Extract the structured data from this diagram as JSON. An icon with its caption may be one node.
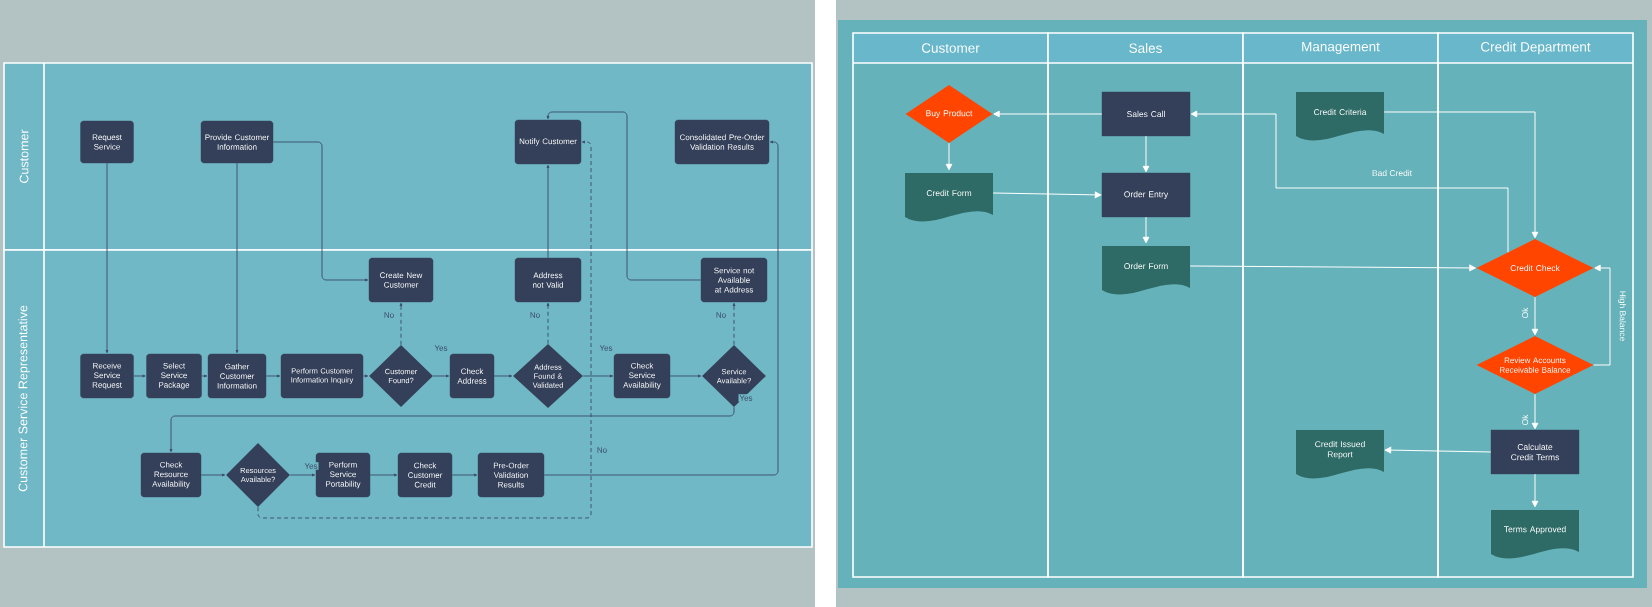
{
  "diagram": {
    "nodes": [
      {
        "text": [
          "Customer"
        ]
      },
      {
        "text": [
          "Customer Service Representative"
        ]
      },
      {
        "text": [
          "Request Service"
        ],
        "in": 0
      },
      {
        "text": [
          "Provide Customer Information"
        ],
        "in": 0
      },
      {
        "text": [
          "Notify Customer"
        ],
        "in": 0
      },
      {
        "text": [
          "Consolidated Pre-Order Validation Results"
        ],
        "in": 0
      },
      {
        "text": [
          "Create New Customer"
        ],
        "in": 1
      },
      {
        "text": [
          "Address not Valid"
        ],
        "in": 1
      },
      {
        "text": [
          "Service not Available at Address"
        ],
        "in": 1
      },
      {
        "text": [
          "Receive Service Request"
        ],
        "in": 1
      },
      {
        "text": [
          "Select Service Package"
        ],
        "in": 1
      },
      {
        "text": [
          "Gather Customer Information"
        ],
        "in": 1
      },
      {
        "text": [
          "Perform Customer Information Inquiry"
        ],
        "in": 1
      },
      {
        "text": [
          "Customer Found?"
        ],
        "in": 1
      },
      {
        "text": [
          "Check Address"
        ],
        "in": 1
      },
      {
        "text": [
          "Address Found & Validated"
        ],
        "in": 1
      },
      {
        "text": [
          "Check Service Availability"
        ],
        "in": 1
      },
      {
        "text": [
          "Service Available?"
        ],
        "in": 1
      },
      {
        "text": [
          "Check Resource Availability"
        ],
        "in": 1
      },
      {
        "text": [
          "Resources Available?"
        ],
        "in": 1
      },
      {
        "text": [
          "Perform Service Portability"
        ],
        "in": 1
      },
      {
        "text": [
          "Check Customer Credit"
        ],
        "in": 1
      },
      {
        "text": [
          "Pre-Order Validation Results"
        ],
        "in": 1
      },
      {
        "text": [
          "Customer"
        ]
      },
      {
        "text": [
          "Sales"
        ]
      },
      {
        "text": [
          "Management"
        ]
      },
      {
        "text": [
          "Credit Department"
        ]
      },
      {
        "text": [
          "Buy Product"
        ],
        "in": 23
      },
      {
        "text": [
          "Sales Call"
        ],
        "in": 24
      },
      {
        "text": [
          "Credit Criteria"
        ],
        "in": 25
      },
      {
        "text": [
          "Credit Form"
        ],
        "in": 23
      },
      {
        "text": [
          "Order Entry"
        ],
        "in": 24
      },
      {
        "text": [
          "Order Form"
        ],
        "in": 24
      },
      {
        "text": [
          "Credit Check"
        ],
        "in": 26
      },
      {
        "text": [
          "Review Accounts Receivable Balance"
        ],
        "in": 26
      },
      {
        "text": [
          "Credit Issued Report"
        ],
        "in": 25
      },
      {
        "text": [
          "Calculate Credit Terms"
        ],
        "in": 26
      },
      {
        "text": [
          "Terms Approved"
        ],
        "in": 26
      }
    ],
    "edges": [
      {
        "from": 2,
        "to": 9,
        "arrow": "to"
      },
      {
        "from": 3,
        "to": 11,
        "arrow": "to"
      },
      {
        "from": 3,
        "to": 6,
        "arrow": "to"
      },
      {
        "from": 9,
        "to": 10,
        "arrow": "to"
      },
      {
        "from": 10,
        "to": 11,
        "arrow": "to"
      },
      {
        "from": 11,
        "to": 12,
        "arrow": "to"
      },
      {
        "from": 12,
        "to": 13,
        "arrow": "to"
      },
      {
        "from": 13,
        "to": 6,
        "arrow": "to",
        "label": "No",
        "style": "dashed"
      },
      {
        "from": 13,
        "to": 14,
        "arrow": "to",
        "label": "Yes"
      },
      {
        "from": 14,
        "to": 15,
        "arrow": "to"
      },
      {
        "from": 15,
        "to": 7,
        "arrow": "to",
        "label": "No",
        "style": "dashed"
      },
      {
        "from": 7,
        "to": 4,
        "arrow": "to"
      },
      {
        "from": 15,
        "to": 16,
        "arrow": "to",
        "label": "Yes"
      },
      {
        "from": 16,
        "to": 17,
        "arrow": "to"
      },
      {
        "from": 17,
        "to": 8,
        "arrow": "to",
        "label": "No",
        "style": "dashed"
      },
      {
        "from": 8,
        "to": 4,
        "arrow": "to"
      },
      {
        "from": 17,
        "to": 18,
        "arrow": "to",
        "label": "Yes"
      },
      {
        "from": 18,
        "to": 19,
        "arrow": "to"
      },
      {
        "from": 19,
        "to": 20,
        "arrow": "to",
        "label": "Yes"
      },
      {
        "from": 20,
        "to": 21,
        "arrow": "to"
      },
      {
        "from": 21,
        "to": 22,
        "arrow": "to"
      },
      {
        "from": 19,
        "to": 4,
        "arrow": "to",
        "label": "No",
        "style": "dashed"
      },
      {
        "from": 22,
        "to": 5,
        "arrow": "to"
      },
      {
        "from": 28,
        "to": 27,
        "arrow": "to",
        "color": "#ffffff"
      },
      {
        "from": 27,
        "to": 30,
        "arrow": "to",
        "color": "#ffffff"
      },
      {
        "from": 28,
        "to": 31,
        "arrow": "to",
        "color": "#ffffff"
      },
      {
        "from": 30,
        "to": 31,
        "arrow": "to",
        "color": "#ffffff"
      },
      {
        "from": 31,
        "to": 32,
        "arrow": "to",
        "color": "#ffffff"
      },
      {
        "from": 33,
        "to": 28,
        "arrow": "to",
        "label": "Bad Credit",
        "color": "#ffffff"
      },
      {
        "from": 29,
        "to": 33,
        "arrow": "to",
        "color": "#ffffff"
      },
      {
        "from": 32,
        "to": 33,
        "arrow": "to",
        "color": "#ffffff"
      },
      {
        "from": 33,
        "to": 34,
        "arrow": "to",
        "label": "Ok",
        "color": "#ffffff"
      },
      {
        "from": 34,
        "to": 33,
        "arrow": "to",
        "label": "High Balance",
        "color": "#ffffff"
      },
      {
        "from": 34,
        "to": 36,
        "arrow": "to",
        "label": "Ok",
        "color": "#ffffff"
      },
      {
        "from": 36,
        "to": 35,
        "arrow": "to",
        "color": "#ffffff"
      },
      {
        "from": 36,
        "to": 37,
        "arrow": "to",
        "color": "#ffffff"
      }
    ]
  }
}
